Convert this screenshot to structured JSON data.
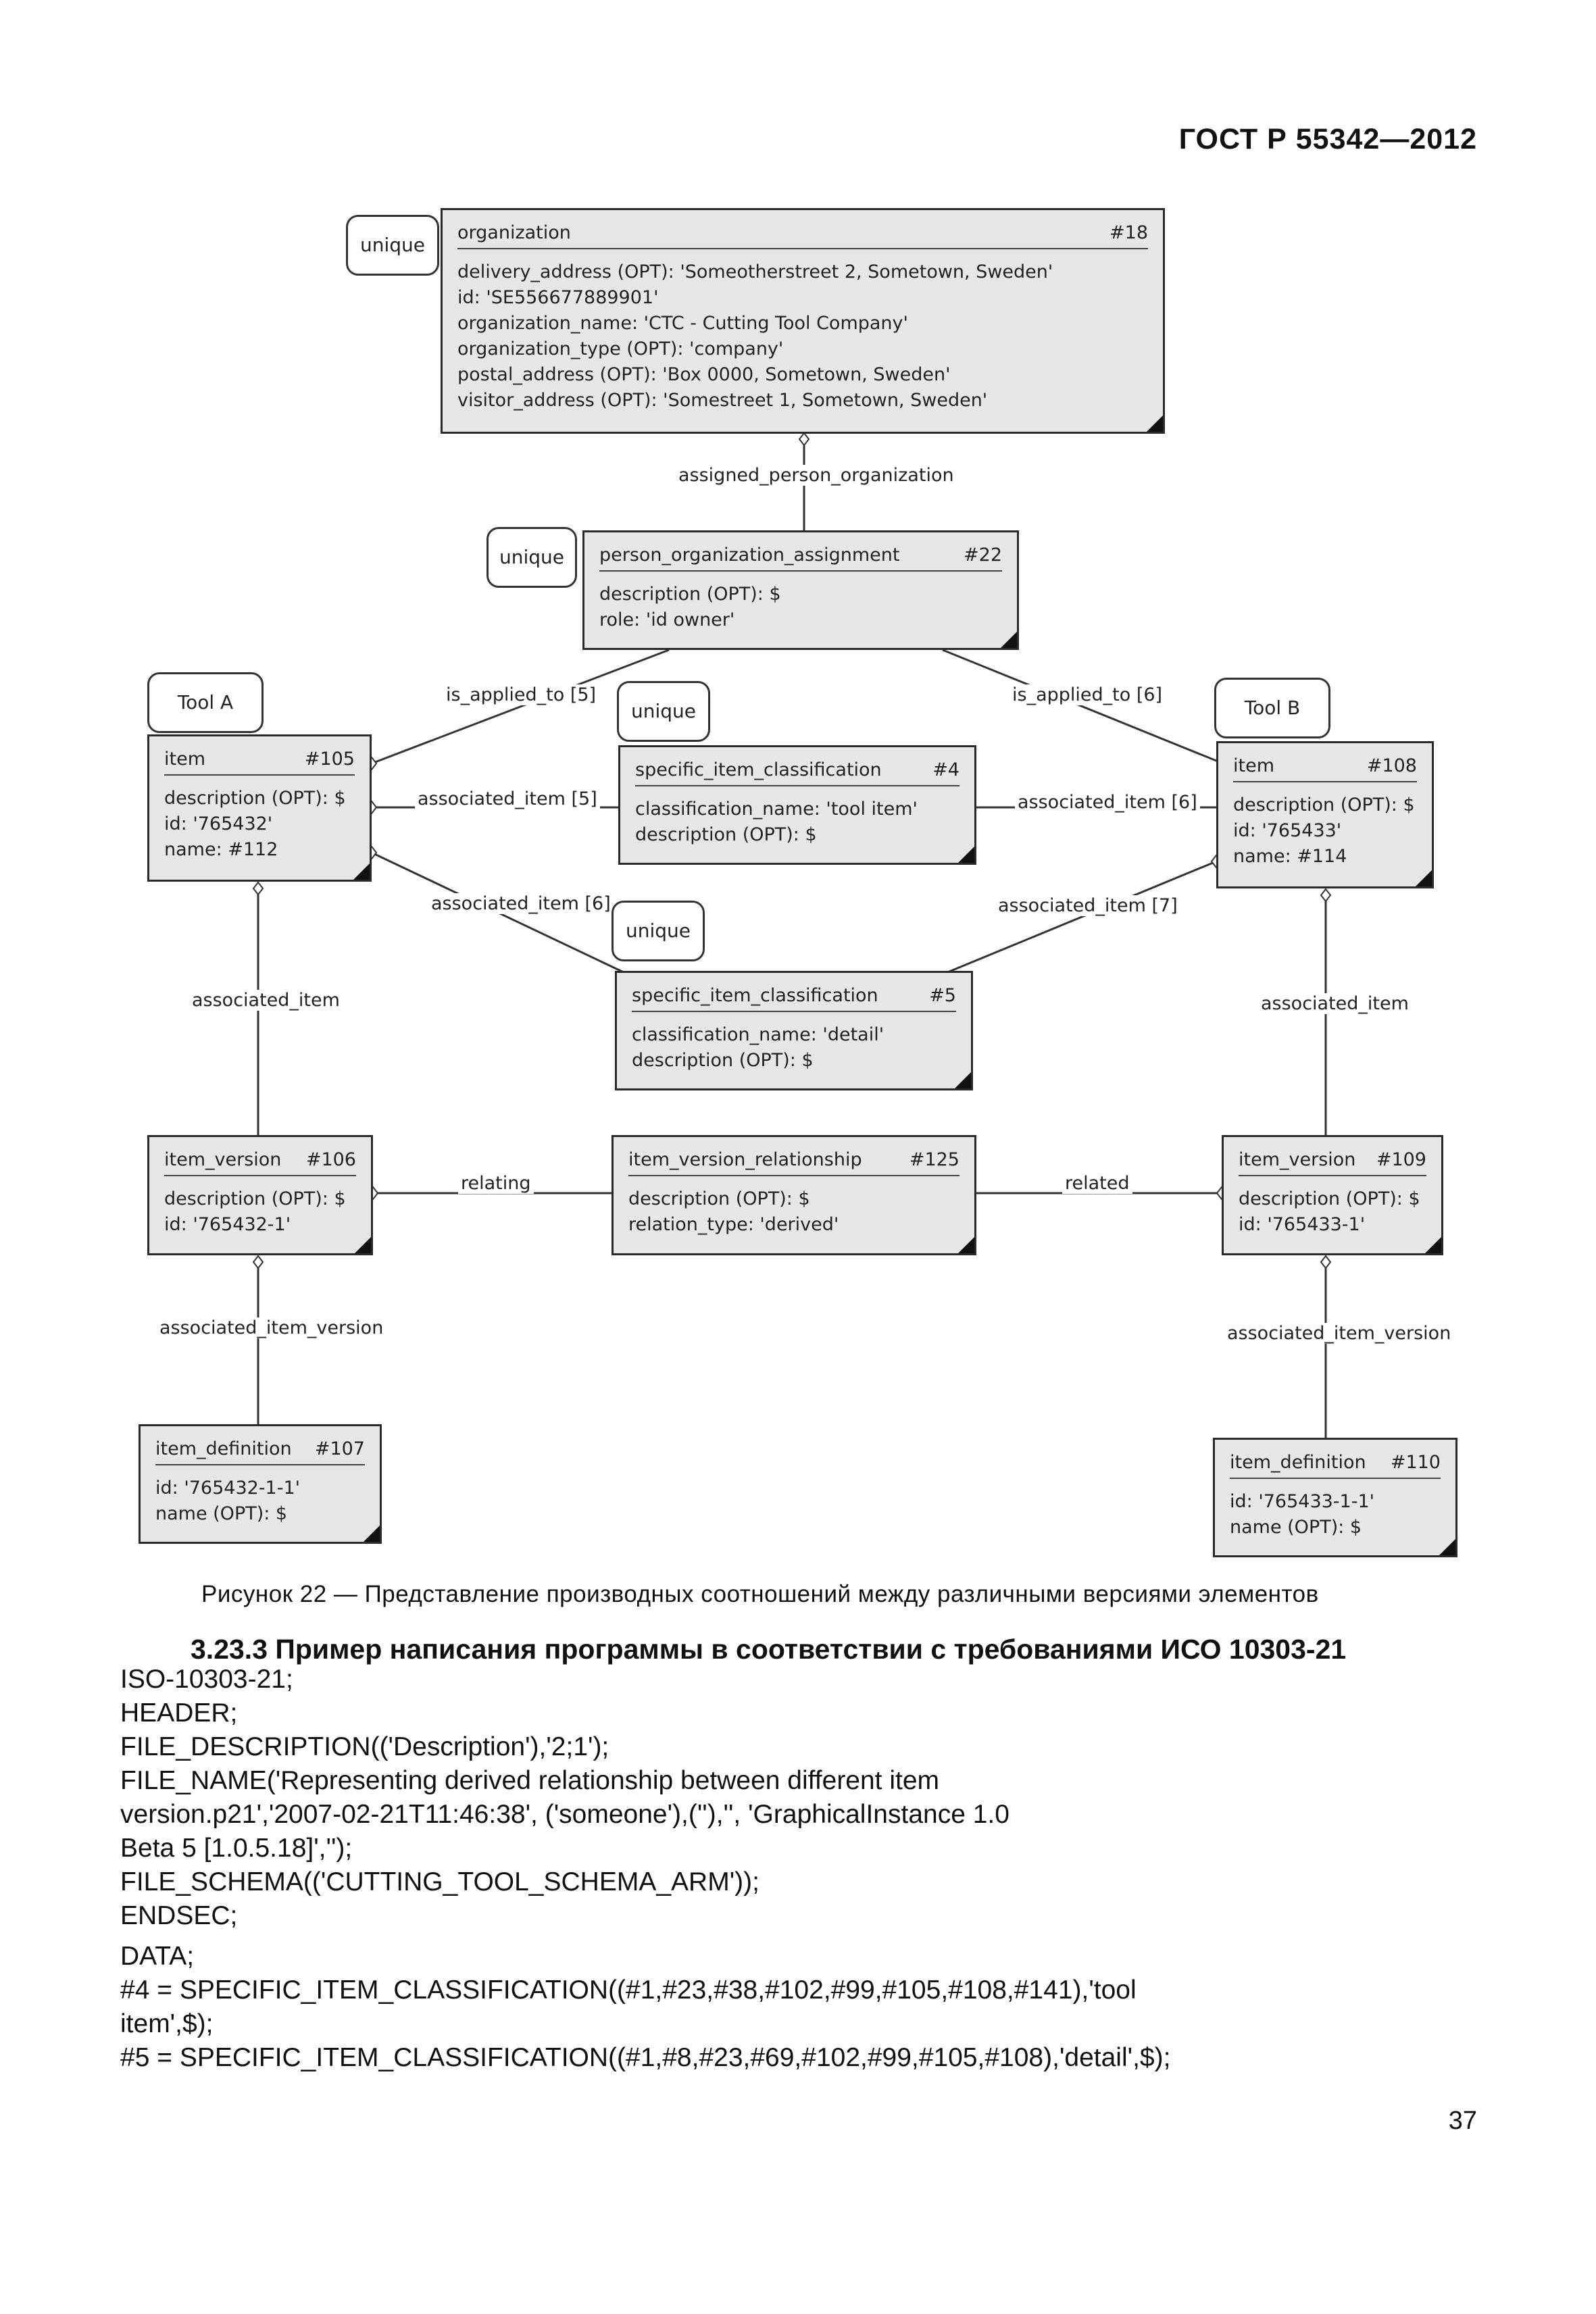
{
  "header": {
    "title": "ГОСТ Р 55342—2012"
  },
  "diagram": {
    "entities": {
      "org": {
        "name": "organization",
        "num": "#18",
        "lines": [
          "delivery_address (OPT): 'Someotherstreet 2, Sometown, Sweden'",
          "id: 'SE556677889901'",
          "organization_name: 'CTC - Cutting Tool Company'",
          "organization_type (OPT): 'company'",
          "postal_address (OPT): 'Box 0000, Sometown, Sweden'",
          "visitor_address (OPT): 'Somestreet 1, Sometown, Sweden'"
        ]
      },
      "poa": {
        "name": "person_organization_assignment",
        "num": "#22",
        "lines": [
          "description (OPT): $",
          "role: 'id owner'"
        ]
      },
      "item105": {
        "name": "item",
        "num": "#105",
        "lines": [
          "description (OPT): $",
          "id: '765432'",
          "name: #112"
        ]
      },
      "sic4": {
        "name": "specific_item_classification",
        "num": "#4",
        "lines": [
          "classification_name: 'tool item'",
          "description (OPT): $"
        ]
      },
      "item108": {
        "name": "item",
        "num": "#108",
        "lines": [
          "description (OPT): $",
          "id: '765433'",
          "name: #114"
        ]
      },
      "sic5": {
        "name": "specific_item_classification",
        "num": "#5",
        "lines": [
          "classification_name: 'detail'",
          "description (OPT): $"
        ]
      },
      "iv106": {
        "name": "item_version",
        "num": "#106",
        "lines": [
          "description (OPT): $",
          "id: '765432-1'"
        ]
      },
      "ivr125": {
        "name": "item_version_relationship",
        "num": "#125",
        "lines": [
          "description (OPT): $",
          "relation_type: 'derived'"
        ]
      },
      "iv109": {
        "name": "item_version",
        "num": "#109",
        "lines": [
          "description (OPT): $",
          "id: '765433-1'"
        ]
      },
      "idef107": {
        "name": "item_definition",
        "num": "#107",
        "lines": [
          "id: '765432-1-1'",
          "name (OPT): $"
        ]
      },
      "idef110": {
        "name": "item_definition",
        "num": "#110",
        "lines": [
          "id: '765433-1-1'",
          "name (OPT): $"
        ]
      }
    },
    "tags": {
      "unique1": "unique",
      "unique2": "unique",
      "unique3": "unique",
      "unique4": "unique",
      "toolA": "Tool A",
      "toolB": "Tool B"
    },
    "relations": {
      "assigned_person_organization": "assigned_person_organization",
      "is_applied_to_5": "is_applied_to [5]",
      "is_applied_to_6": "is_applied_to [6]",
      "associated_item_5": "associated_item [5]",
      "associated_item_6a": "associated_item [6]",
      "associated_item_6b": "associated_item [6]",
      "associated_item_7": "associated_item [7]",
      "associated_item_left": "associated_item",
      "associated_item_right": "associated_item",
      "relating": "relating",
      "related": "related",
      "associated_item_version_left": "associated_item_version",
      "associated_item_version_right": "associated_item_version"
    }
  },
  "caption": "Рисунок 22 — Представление производных соотношений между различными версиями элементов",
  "section_title": "3.23.3 Пример написания программы в соответствии с требованиями  ИСО 10303-21",
  "code_lines": [
    "ISO-10303-21;",
    "HEADER;",
    "FILE_DESCRIPTION(('Description'),'2;1');",
    "FILE_NAME('Representing derived relationship between different item",
    "version.p21','2007-02-21T11:46:38', ('someone'),(''),'', 'GraphicalInstance 1.0",
    "Beta 5 [1.0.5.18]','');",
    "FILE_SCHEMA(('CUTTING_TOOL_SCHEMA_ARM'));",
    "ENDSEC;",
    "DATA;",
    "#4 = SPECIFIC_ITEM_CLASSIFICATION((#1,#23,#38,#102,#99,#105,#108,#141),'tool",
    "item',$);",
    "#5 = SPECIFIC_ITEM_CLASSIFICATION((#1,#8,#23,#69,#102,#99,#105,#108),'detail',$);"
  ],
  "page_number": "37"
}
